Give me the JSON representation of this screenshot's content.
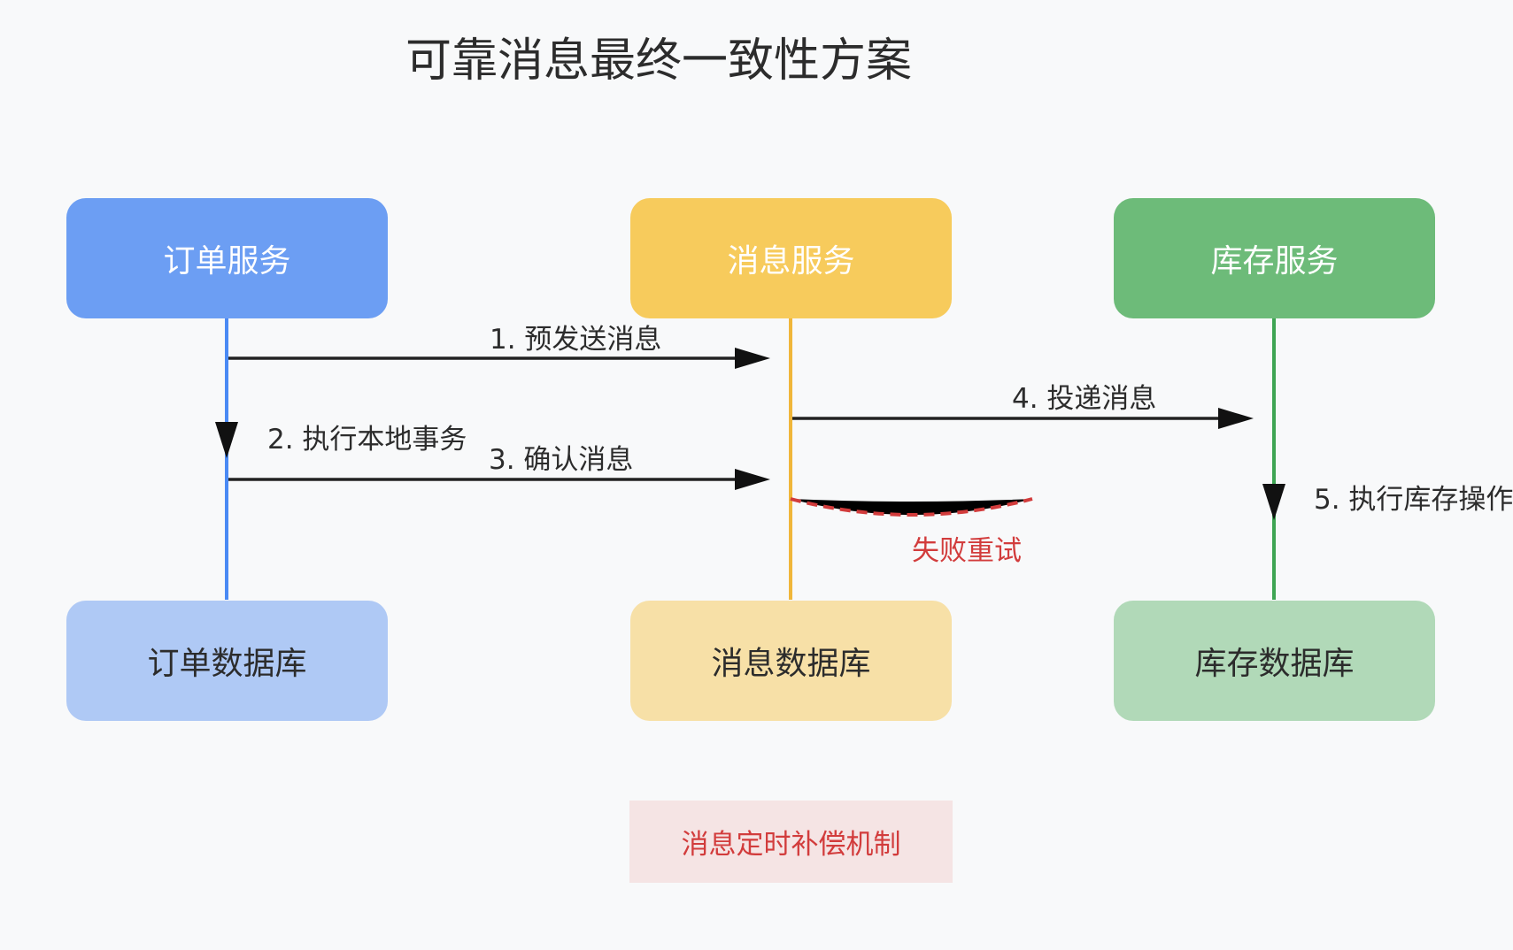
{
  "diagram": {
    "title": "可靠消息最终一致性方案",
    "services": {
      "order": "订单服务",
      "message": "消息服务",
      "inventory": "库存服务"
    },
    "databases": {
      "order": "订单数据库",
      "message": "消息数据库",
      "inventory": "库存数据库"
    },
    "steps": {
      "step1": "1. 预发送消息",
      "step2": "2. 执行本地事务",
      "step3": "3. 确认消息",
      "step4": "4. 投递消息",
      "step5": "5. 执行库存操作"
    },
    "retry_label": "失败重试",
    "compensation": "消息定时补偿机制"
  },
  "colors": {
    "order_service": "#6c9ef3",
    "order_db": "#afc9f5",
    "order_line": "#4a8af4",
    "message_service": "#f7cb5c",
    "message_db": "#f7e0a7",
    "message_line": "#f0b63a",
    "inventory_service": "#6dbb79",
    "inventory_db": "#b1d9b8",
    "inventory_line": "#3ea553",
    "arrow": "#222222",
    "retry": "#d23c3c"
  },
  "icons": [
    "arrowhead-icon"
  ]
}
